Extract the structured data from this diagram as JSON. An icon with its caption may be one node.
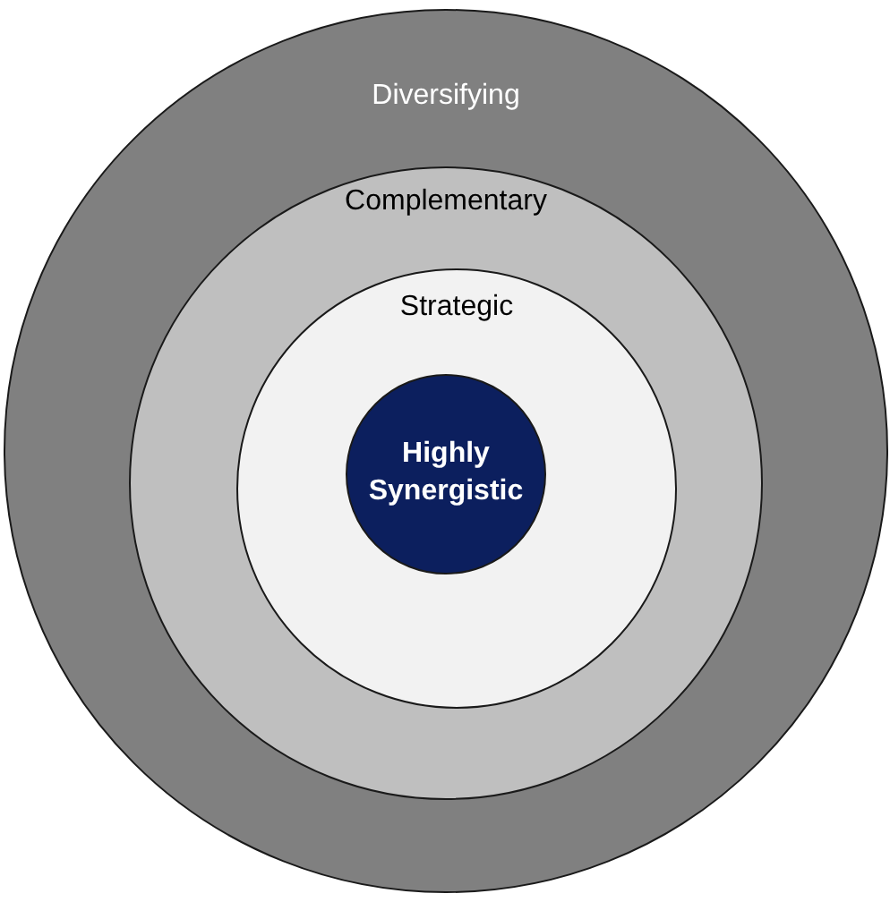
{
  "diagram": {
    "nodes": [
      {
        "text": [
          "Diversifying"
        ]
      },
      {
        "text": [
          "Complementary"
        ],
        "in": 0
      },
      {
        "text": [
          "Strategic"
        ],
        "in": 1
      },
      {
        "text": [
          "Highly Synergistic"
        ],
        "in": 2
      }
    ]
  }
}
